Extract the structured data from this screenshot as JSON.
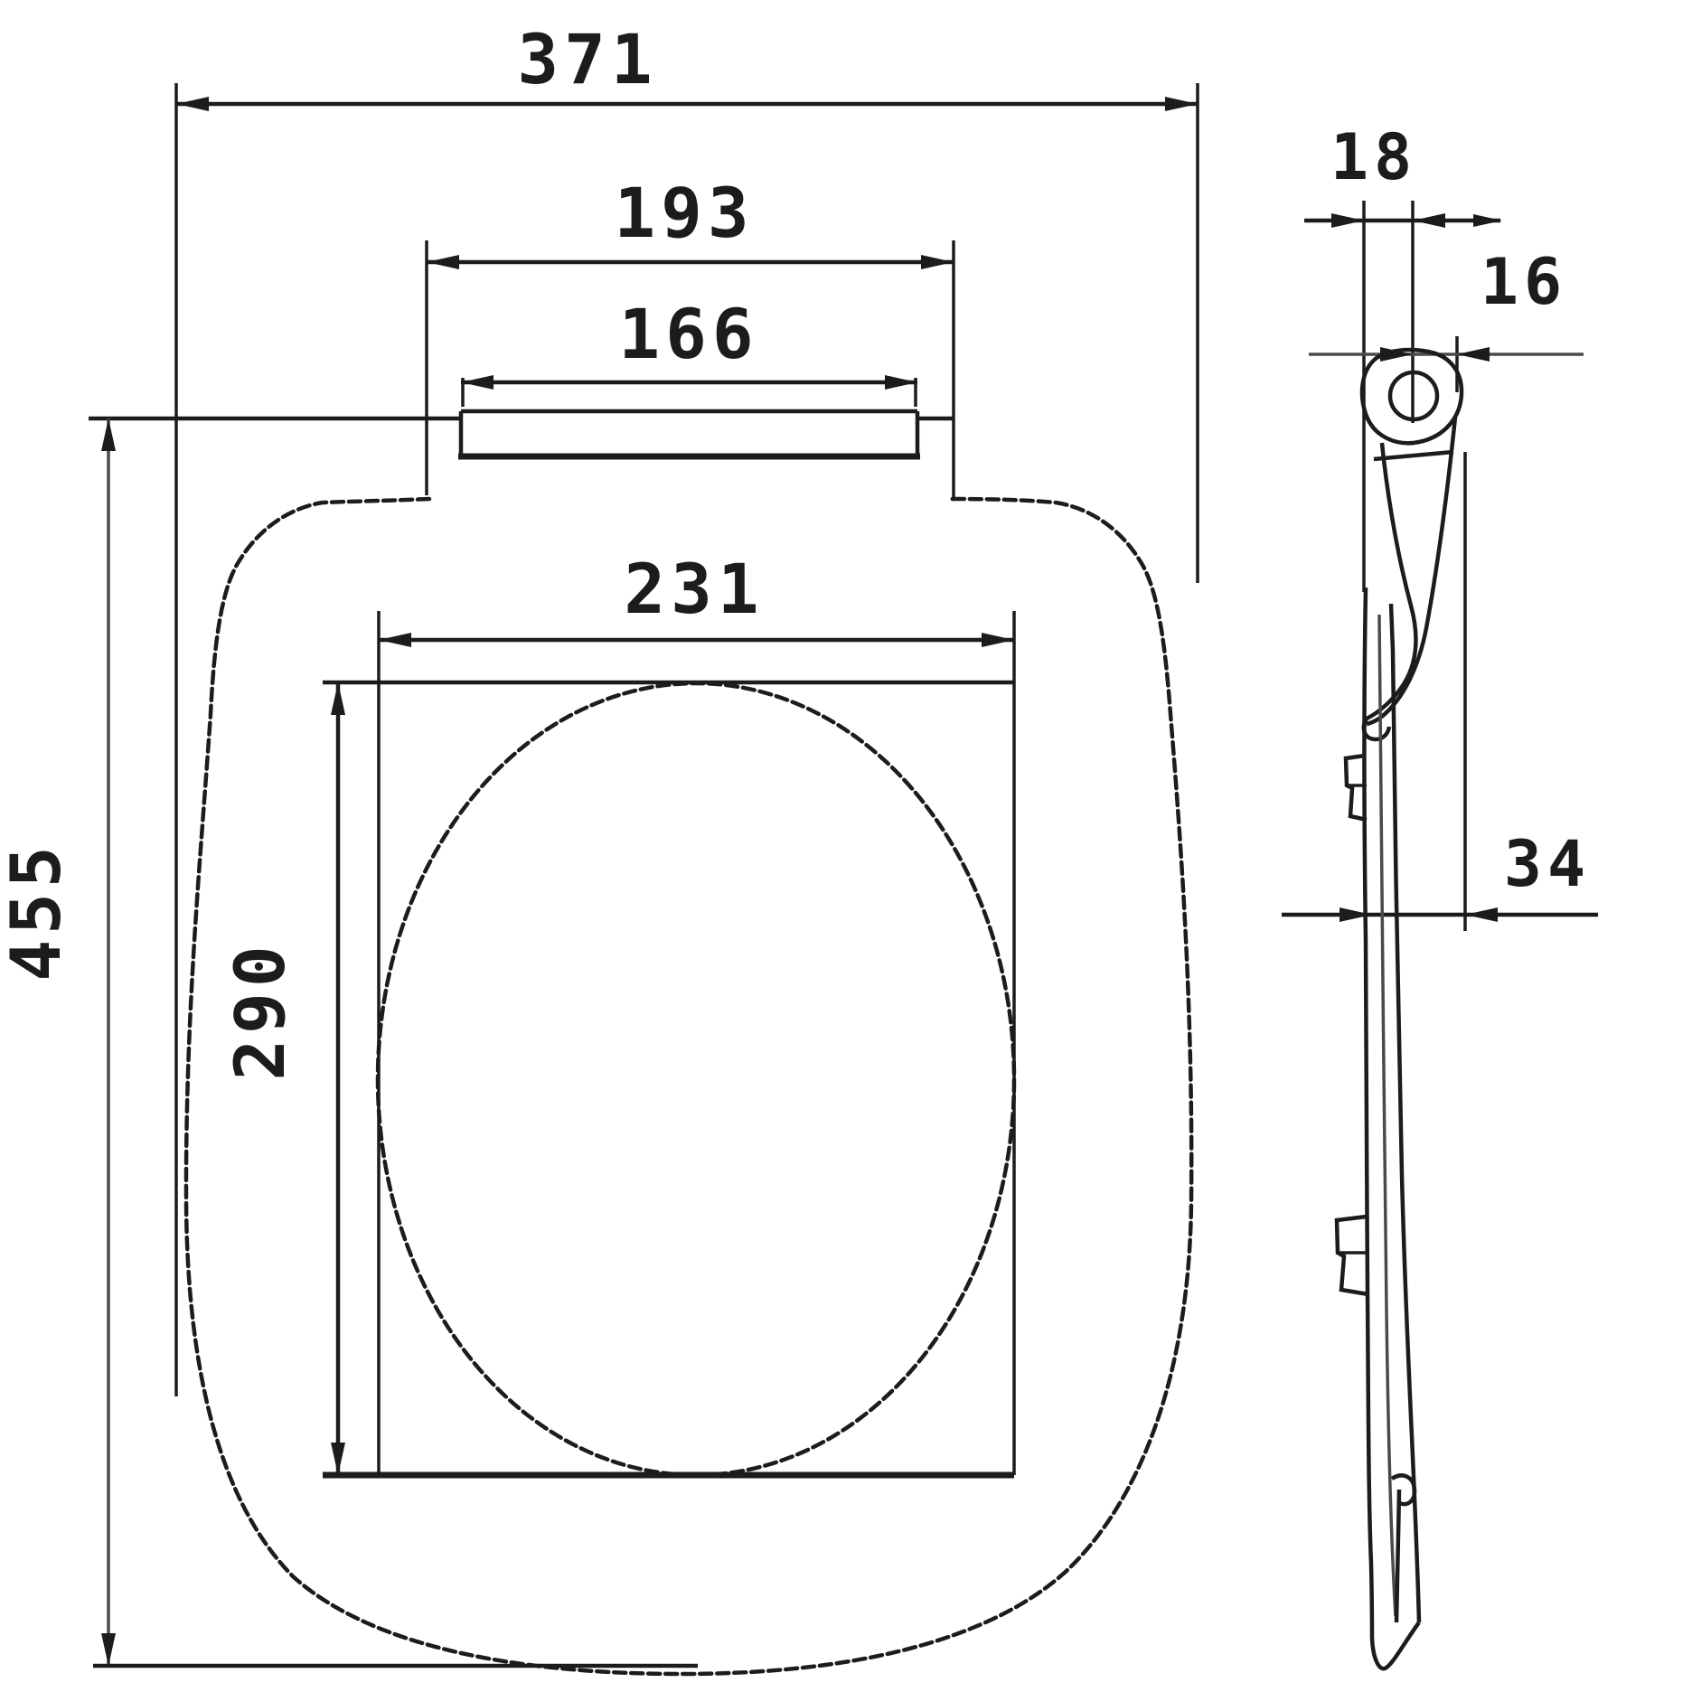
{
  "colors": {
    "background": "#ffffff",
    "line": "#1c1c1c"
  },
  "plan_view": {
    "dims": {
      "overall_width": "371",
      "hinge_span": "193",
      "hinge_bar_width": "166",
      "opening_width": "231",
      "opening_depth": "290",
      "overall_depth": "455"
    }
  },
  "side_view": {
    "dims": {
      "seat_thickness": "18",
      "hinge_pin_width": "16",
      "bracket_depth": "34"
    }
  }
}
